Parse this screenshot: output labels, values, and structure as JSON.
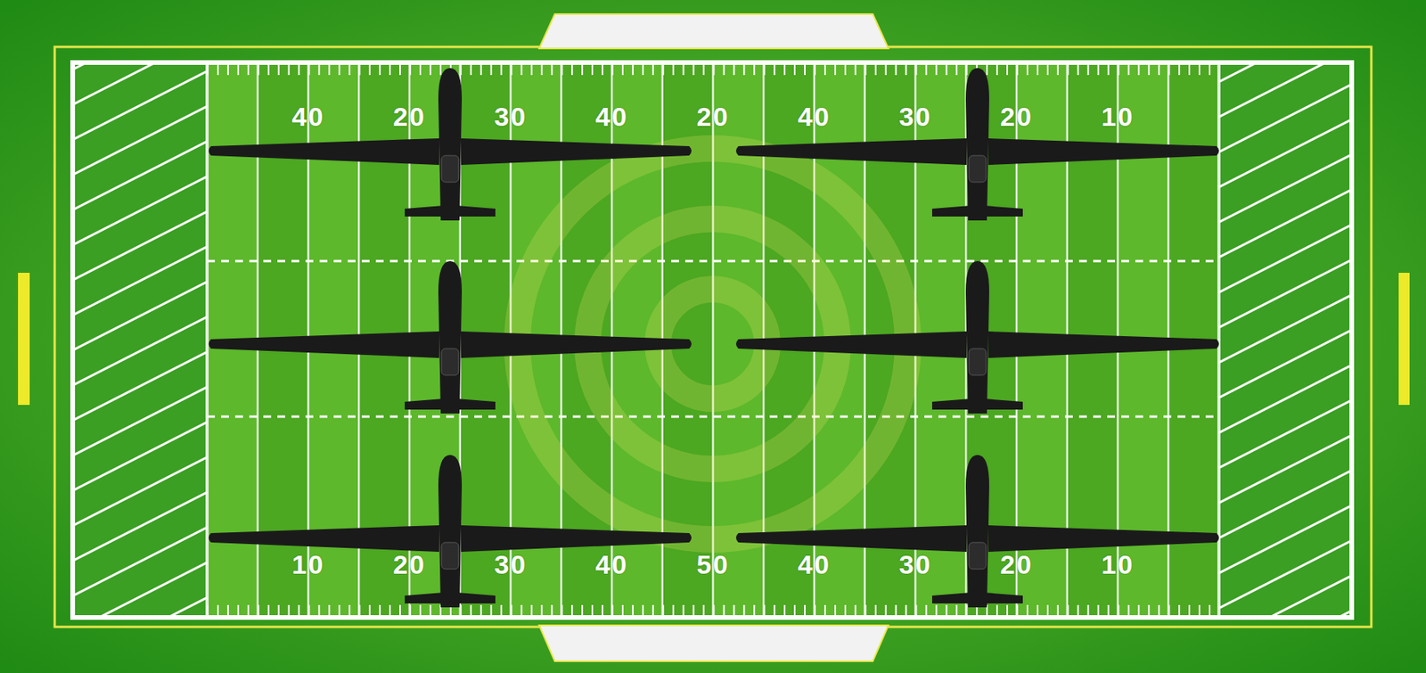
{
  "diagram": {
    "labels": [
      "40",
      "20",
      "30",
      "40",
      "20",
      "40",
      "30",
      "20",
      "10",
      "10",
      "20",
      "30",
      "40",
      "50",
      "40",
      "30",
      "20",
      "10"
    ]
  }
}
